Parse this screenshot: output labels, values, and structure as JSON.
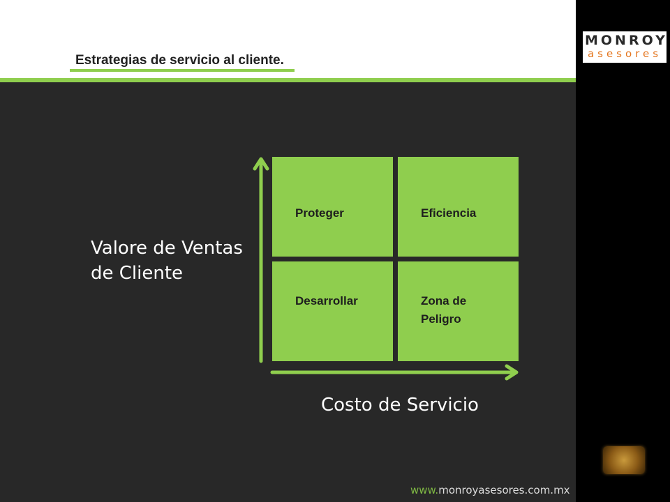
{
  "header": {
    "title": "Estrategias de servicio al cliente."
  },
  "logo": {
    "line1": "MONROY",
    "line2": "asesores"
  },
  "diagram": {
    "y_axis_label": "Valore de Ventas de Cliente",
    "x_axis_label": "Costo de Servicio",
    "quadrants": {
      "top_left": "Proteger",
      "top_right": "Eficiencia",
      "bottom_left": "Desarrollar",
      "bottom_right": "Zona de Peligro"
    }
  },
  "footer": {
    "url_prefix": "www.",
    "url_rest": "monroyasesores.com.mx"
  },
  "colors": {
    "accent_green": "#8fce4e",
    "background": "#282828",
    "logo_orange": "#e4761f"
  },
  "icons": {
    "emblem": "compass-emblem-icon"
  }
}
